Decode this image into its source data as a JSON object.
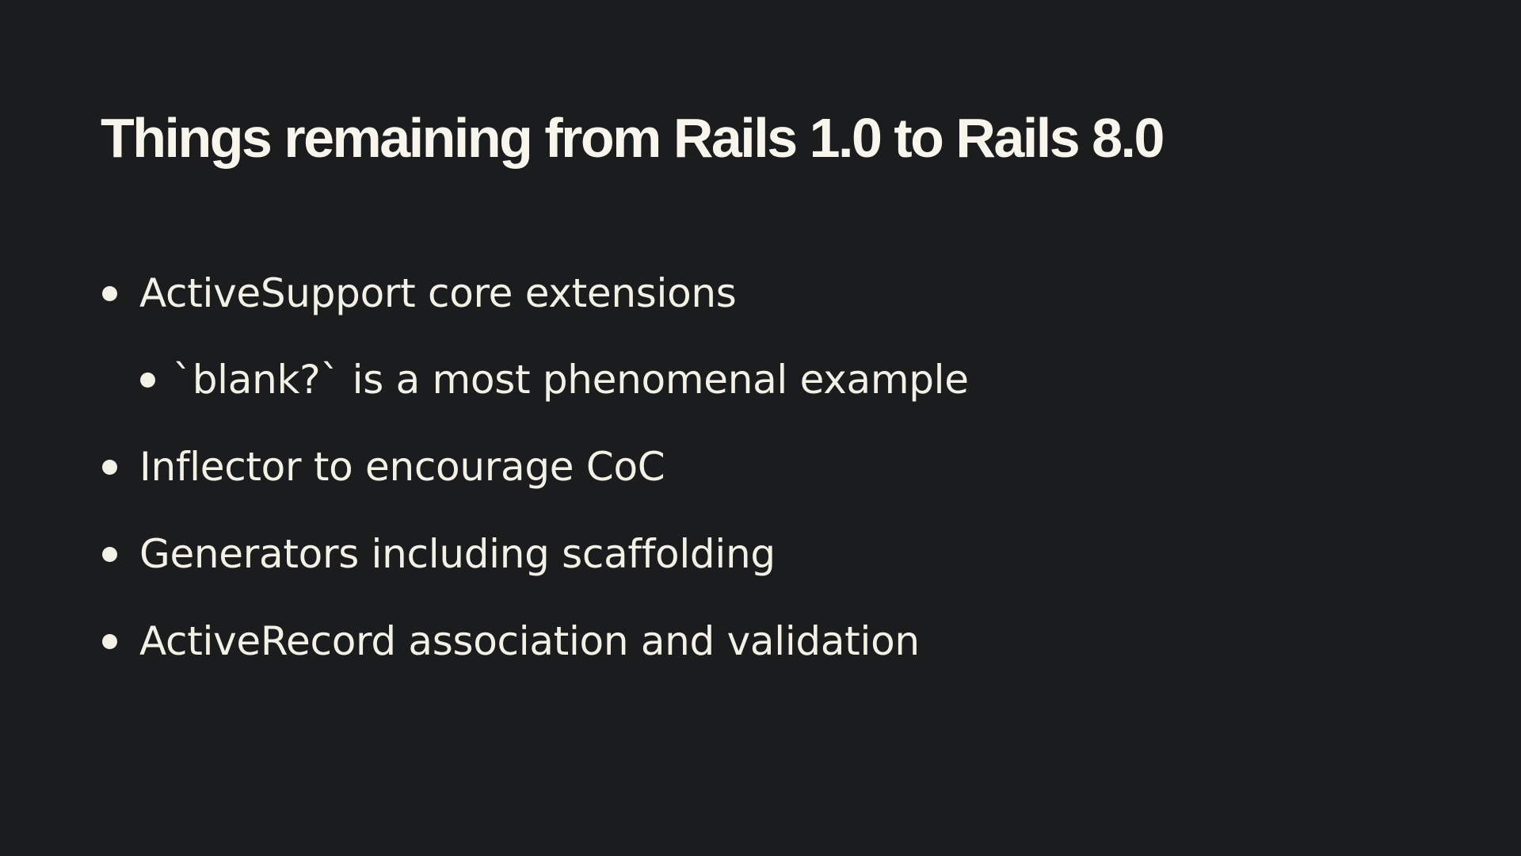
{
  "slide": {
    "title": "Things remaining from Rails 1.0 to Rails 8.0",
    "bullets": [
      {
        "text": "ActiveSupport core extensions",
        "level": 1
      },
      {
        "text": "`blank?` is a most phenomenal example",
        "level": 2
      },
      {
        "text": "Inflector to encourage CoC",
        "level": 1
      },
      {
        "text": "Generators including scaffolding",
        "level": 1
      },
      {
        "text": "ActiveRecord association and validation",
        "level": 1
      }
    ]
  },
  "colors": {
    "background": "#1b1c1e",
    "text": "#f3f1e6"
  }
}
